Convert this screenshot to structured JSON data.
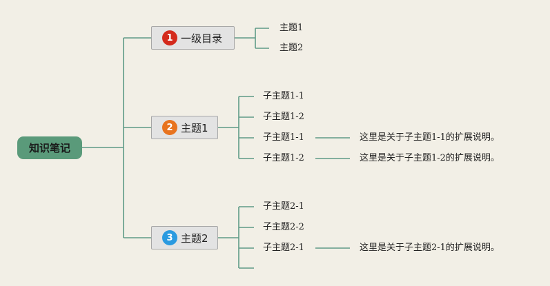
{
  "root": {
    "label": "知识笔记"
  },
  "branches": [
    {
      "badge": "1",
      "badge_color": "#d42a1c",
      "label": "一级目录",
      "children": [
        {
          "label": "主题1"
        },
        {
          "label": "主题2"
        }
      ]
    },
    {
      "badge": "2",
      "badge_color": "#e8731e",
      "label": "主题1",
      "children": [
        {
          "label": "子主题1-1"
        },
        {
          "label": "子主题1-2"
        },
        {
          "label": "子主题1-1",
          "note": "这里是关于子主题1-1的扩展说明。"
        },
        {
          "label": "子主题1-2",
          "note": "这里是关于子主题1-2的扩展说明。"
        }
      ]
    },
    {
      "badge": "3",
      "badge_color": "#2a9ae0",
      "label": "主题2",
      "children": [
        {
          "label": "子主题2-1"
        },
        {
          "label": "子主题2-2"
        },
        {
          "label": "子主题2-1",
          "note": "这里是关于子主题2-1的扩展说明。"
        },
        {
          "label": ""
        }
      ]
    }
  ],
  "colors": {
    "line": "#5e9a86",
    "root_fill": "#5a9a7a"
  }
}
